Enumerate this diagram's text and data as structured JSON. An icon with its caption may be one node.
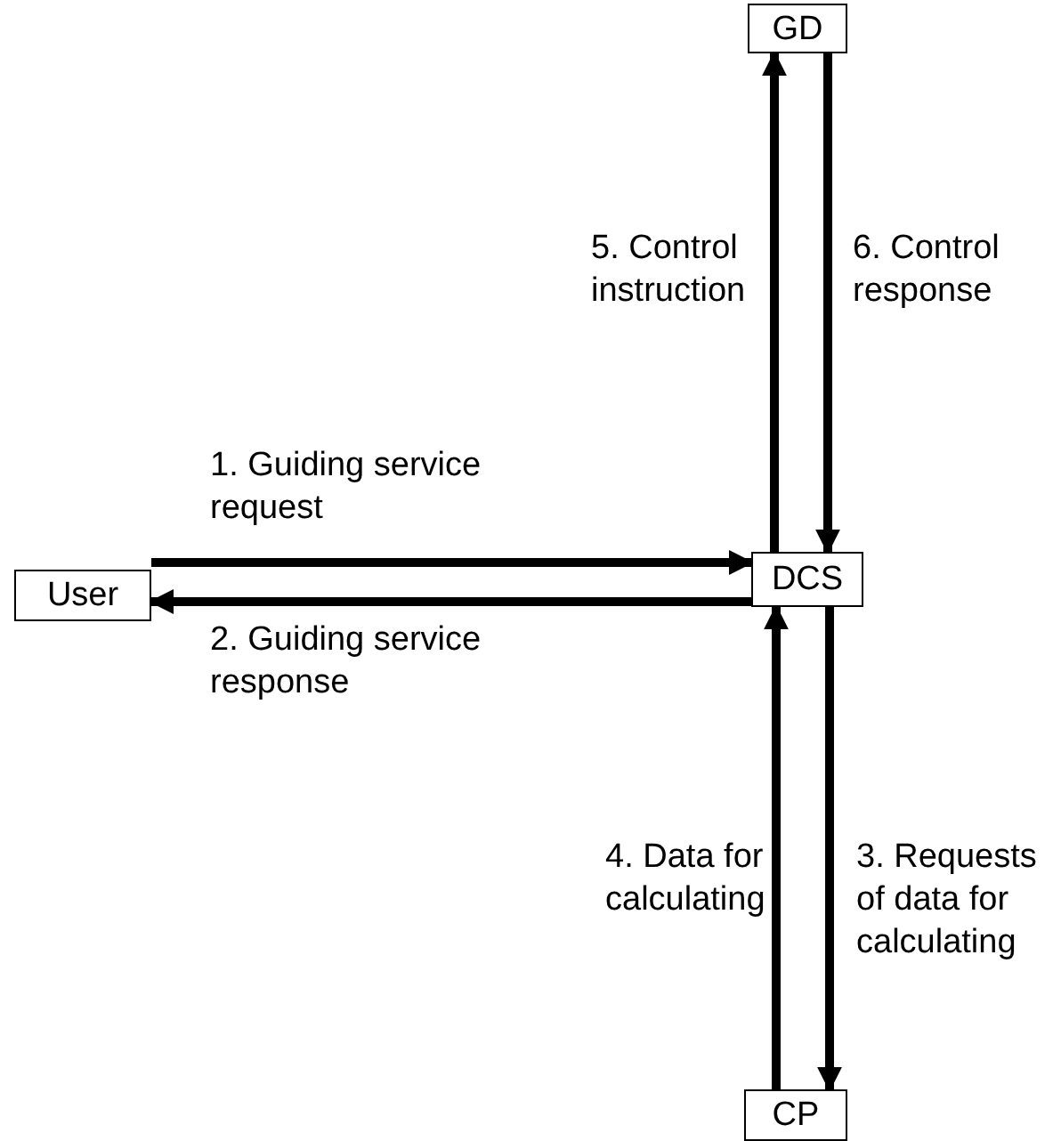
{
  "diagram": {
    "nodes": [
      {
        "text": [
          "GD"
        ]
      },
      {
        "text": [
          "User"
        ]
      },
      {
        "text": [
          "DCS"
        ]
      },
      {
        "text": [
          "CP"
        ]
      }
    ],
    "edges": [
      {
        "from": 1,
        "to": 2,
        "arrow": "to",
        "label": "1. Guiding service request"
      },
      {
        "from": 2,
        "to": 1,
        "arrow": "to",
        "label": "2. Guiding service response"
      },
      {
        "from": 2,
        "to": 3,
        "arrow": "to",
        "label": "3. Requests of data for calculating"
      },
      {
        "from": 3,
        "to": 2,
        "arrow": "to",
        "label": "4. Data for calculating"
      },
      {
        "from": 2,
        "to": 0,
        "arrow": "to",
        "label": "5. Control instruction"
      },
      {
        "from": 0,
        "to": 2,
        "arrow": "to",
        "label": "6. Control response"
      }
    ]
  }
}
